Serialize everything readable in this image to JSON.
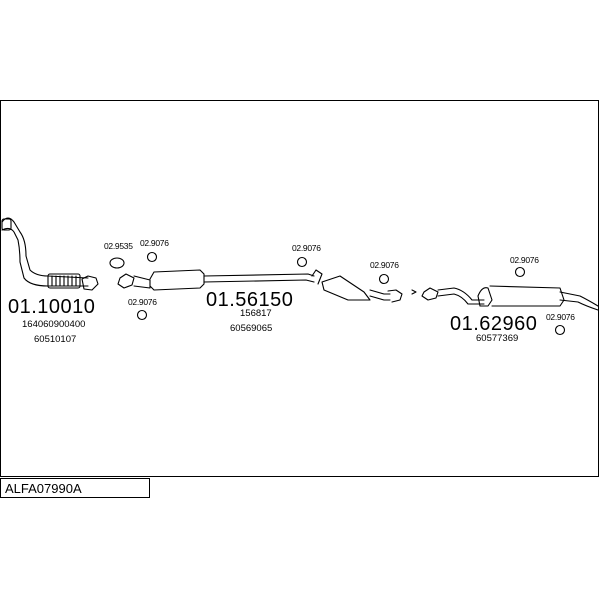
{
  "assembly_code": "ALFA07990A",
  "sections": [
    {
      "part_number": "01.10010",
      "refs": [
        "164060900400",
        "60510107"
      ]
    },
    {
      "part_number": "01.56150",
      "refs": [
        "156817",
        "60569065"
      ]
    },
    {
      "part_number": "01.62960",
      "refs": [
        "60577369"
      ]
    }
  ],
  "fittings": [
    "02.9535",
    "02.9076",
    "02.9076",
    "02.9076",
    "02.9076",
    "02.9076",
    "02.9076"
  ]
}
